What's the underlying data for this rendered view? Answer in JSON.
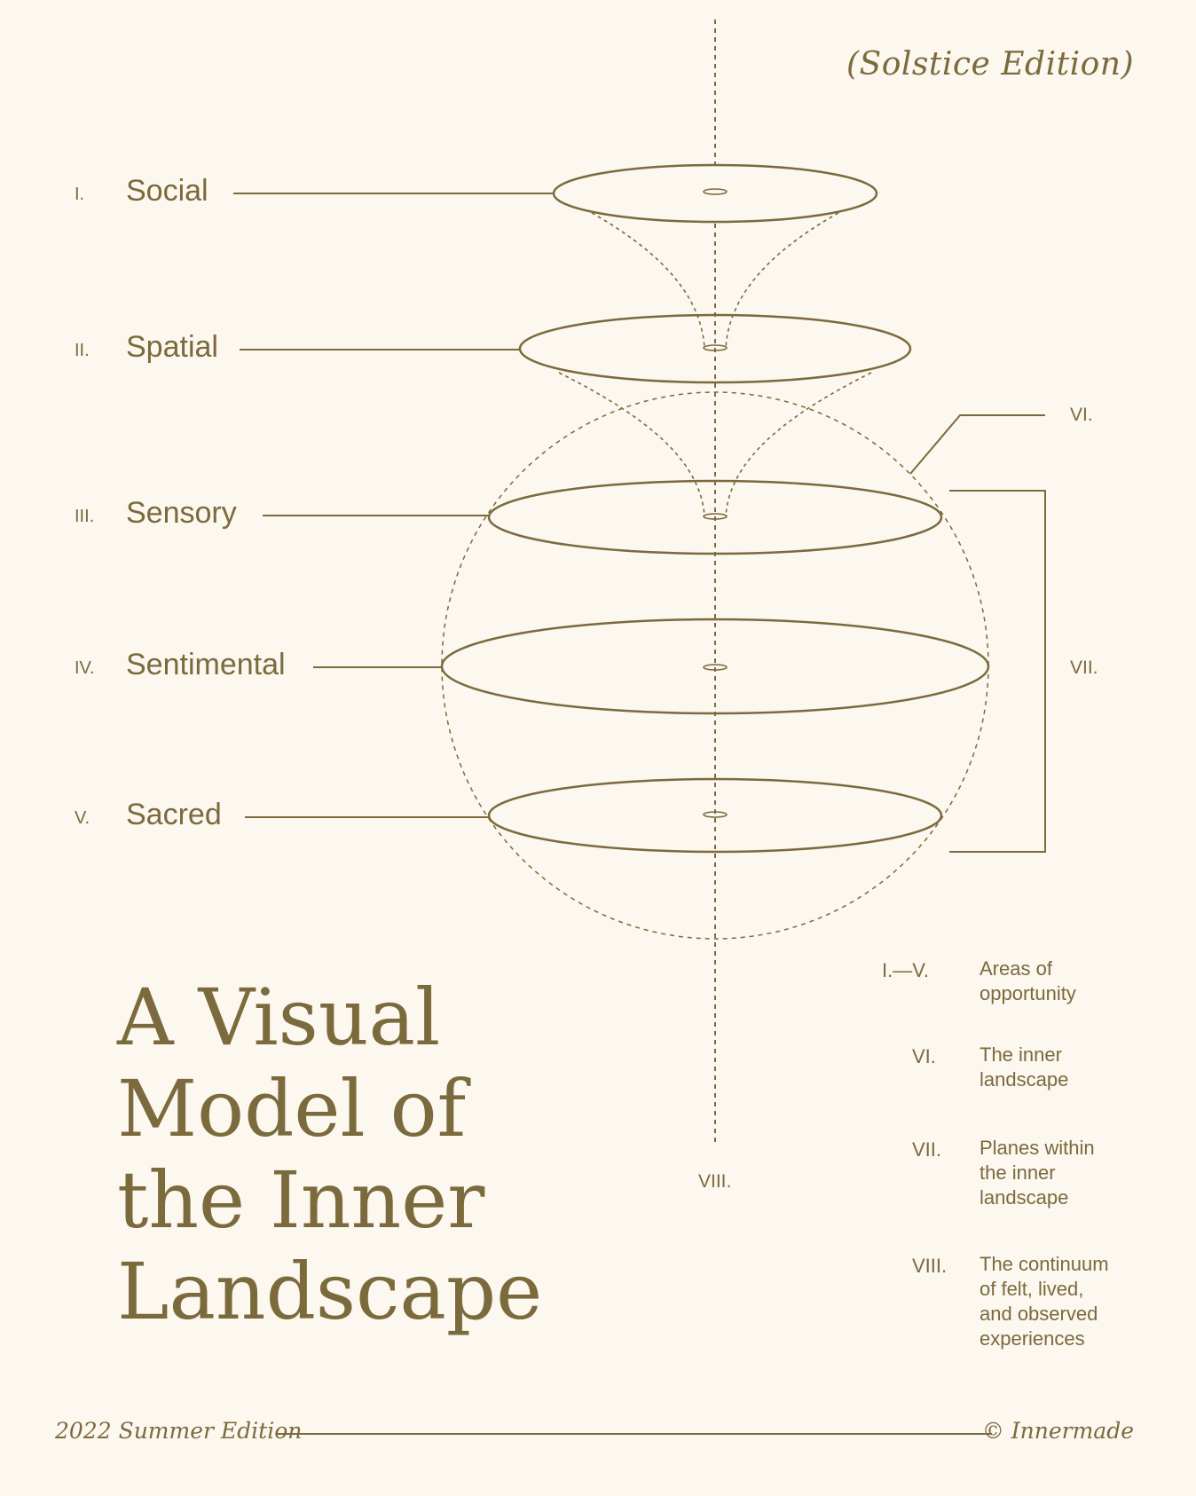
{
  "header": {
    "edition_tag": "(Solstice Edition)"
  },
  "levels": [
    {
      "num": "I.",
      "name": "Social"
    },
    {
      "num": "II.",
      "name": "Spatial"
    },
    {
      "num": "III.",
      "name": "Sensory"
    },
    {
      "num": "IV.",
      "name": "Sentimental"
    },
    {
      "num": "V.",
      "name": "Sacred"
    }
  ],
  "callouts": {
    "inner_landscape": "VI.",
    "planes": "VII.",
    "continuum": "VIII."
  },
  "title": {
    "lines": [
      "A Visual",
      "Model of",
      "the Inner",
      "Landscape"
    ]
  },
  "legend": [
    {
      "num": "I.—V.",
      "lines": [
        "Areas of",
        "opportunity"
      ]
    },
    {
      "num": "VI.",
      "lines": [
        "The inner",
        "landscape"
      ]
    },
    {
      "num": "VII.",
      "lines": [
        "Planes within",
        "the inner",
        "landscape"
      ]
    },
    {
      "num": "VIII.",
      "lines": [
        "The continuum",
        "of felt, lived,",
        "and observed",
        "experiences"
      ]
    }
  ],
  "footer": {
    "left": "2022 Summer Edition",
    "right": "© Innermade"
  },
  "colors": {
    "ink": "#7b6a3c",
    "background": "#fcf7ef"
  }
}
